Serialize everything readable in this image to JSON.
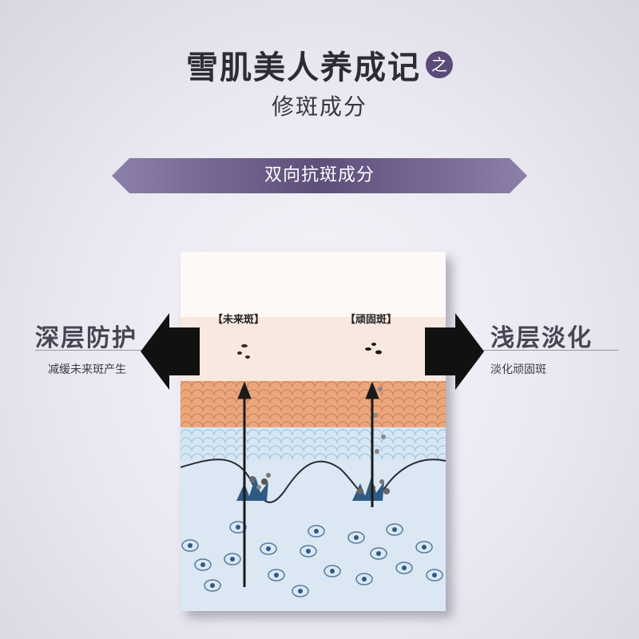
{
  "header": {
    "title": "雪肌美人养成记",
    "badge": "之",
    "subtitle": "修斑成分"
  },
  "banner": {
    "label": "双向抗斑成分",
    "color": "#5e4f7a"
  },
  "left": {
    "title": "深层防护",
    "subtitle": "减缓未来斑产生"
  },
  "right": {
    "title": "浅层淡化",
    "subtitle": "淡化顽固斑"
  },
  "diagram": {
    "label_future_spot": "【未来斑】",
    "label_stubborn_spot": "【顽固斑】"
  },
  "colors": {
    "skin_orange": "#e9a57a",
    "skin_blue": "#c9dced",
    "melanin_blue": "#2f5a84",
    "arrow_black": "#111111"
  }
}
